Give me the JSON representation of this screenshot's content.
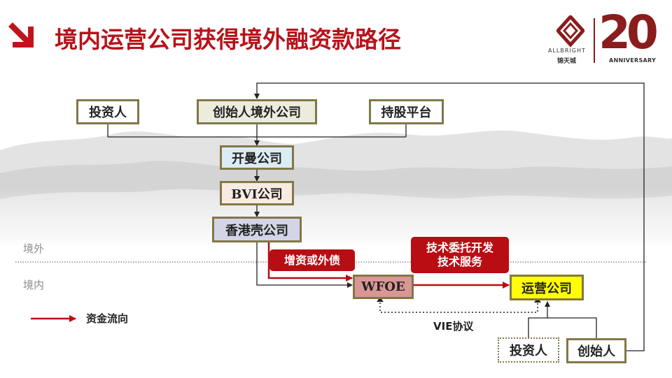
{
  "title": "境内运营公司获得境外融资款路径",
  "logo": {
    "firm_name": "ALLBRIGHT",
    "firm_chinese": "锦天城",
    "anniversary_number": "20",
    "anniversary_label": "ANNIVERSARY"
  },
  "zones": {
    "offshore": "境外",
    "onshore": "境内"
  },
  "nodes": {
    "investor_top": "投资人",
    "founder_offshore": "创始人境外公司",
    "holding_platform": "持股平台",
    "cayman": "开曼公司",
    "bvi": "BVI公司",
    "hk": "香港壳公司",
    "wfoe": "WFOE",
    "opco": "运营公司",
    "investor_bottom": "投资人",
    "founder": "创始人"
  },
  "labels": {
    "capital_increase": "增资或外债",
    "tech_service_line1": "技术委托开发",
    "tech_service_line2": "技术服务",
    "vie": "VIE协议"
  },
  "legend": {
    "fund_flow": "资金流向"
  },
  "colors": {
    "accent": "#b80d13",
    "box_border": "#827747",
    "opco_fill": "#ffff00",
    "wfoe_fill": "#d99694"
  }
}
